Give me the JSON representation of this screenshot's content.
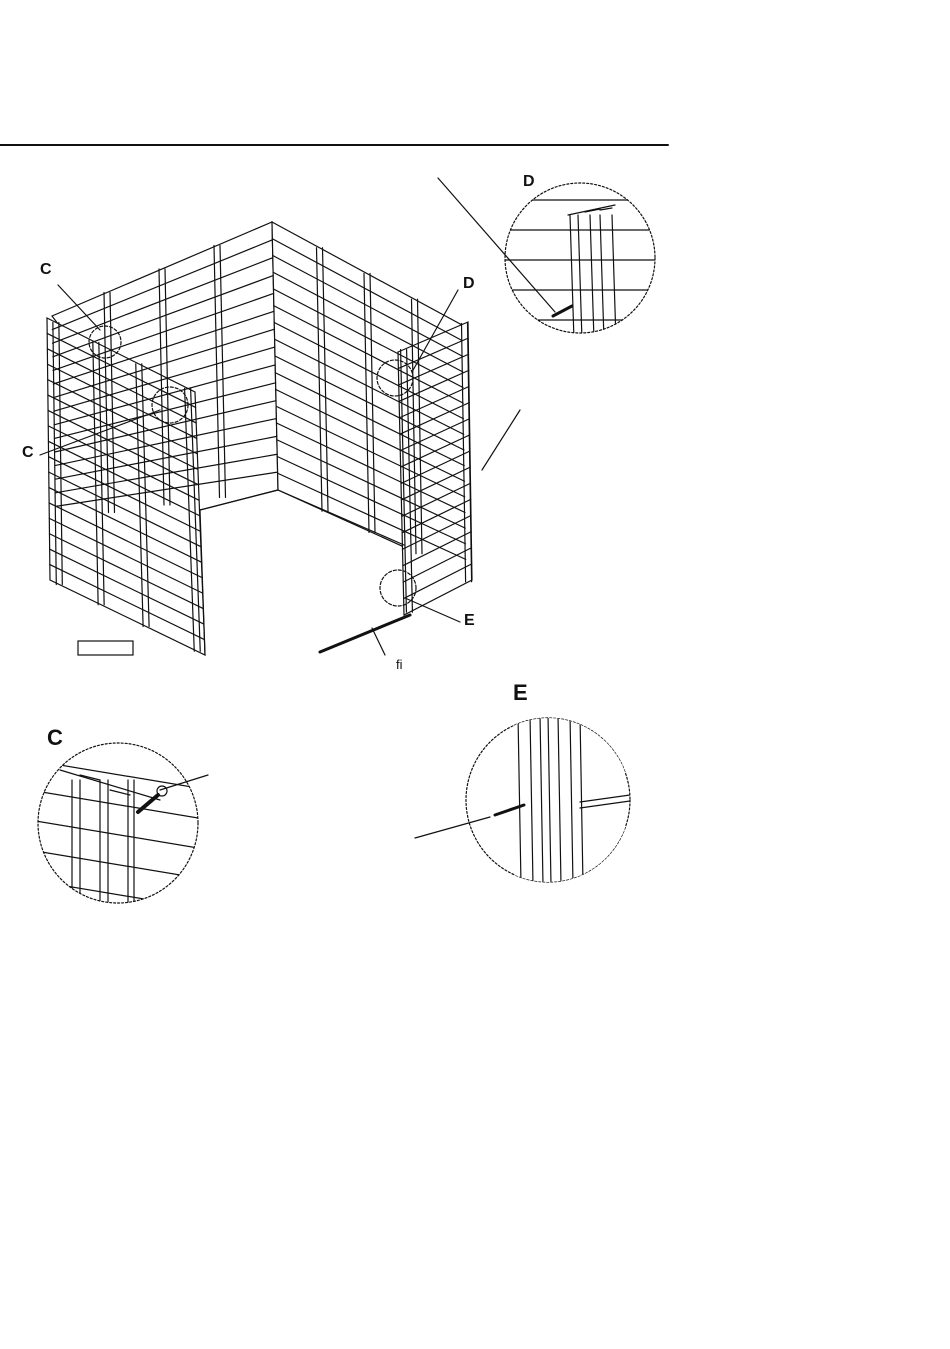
{
  "labels": {
    "c_top": "C",
    "c_left": "C",
    "d_main": "D",
    "e_main": "E",
    "fi": "ﬁ",
    "d_detail": "D",
    "c_detail": "C",
    "e_detail": "E"
  },
  "colors": {
    "line": "#111111",
    "background": "#ffffff"
  }
}
